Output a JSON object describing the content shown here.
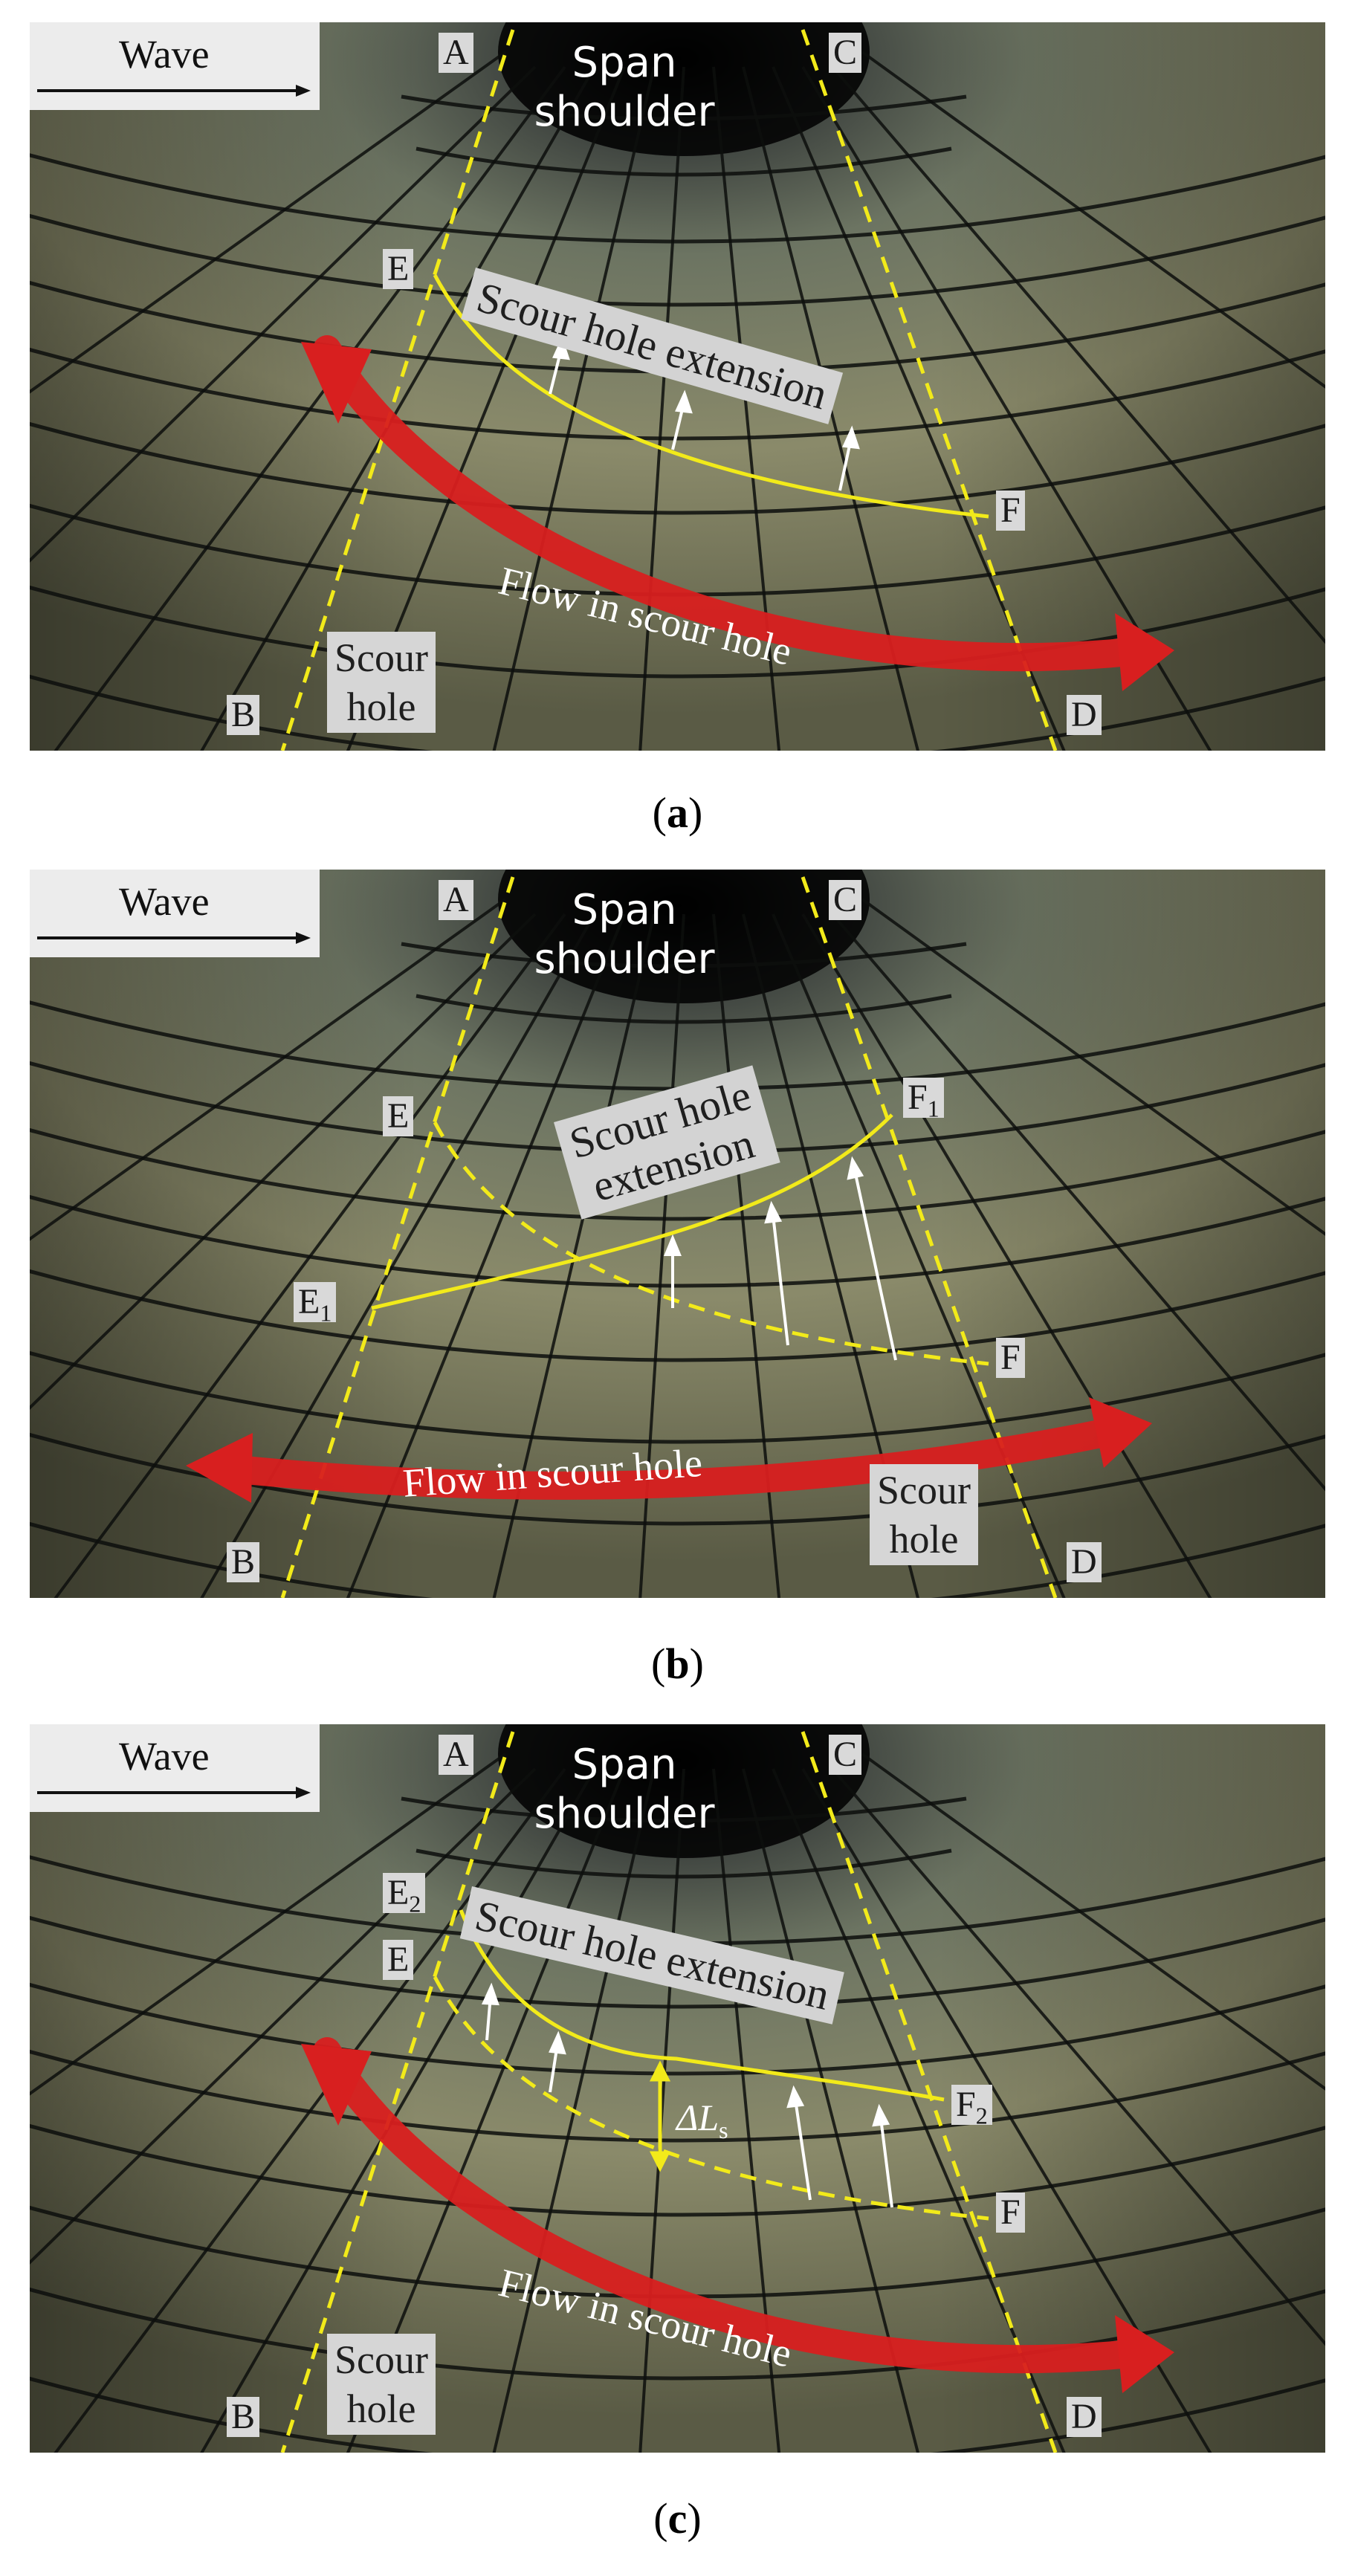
{
  "labels": {
    "wave": "Wave",
    "span_shoulder": "Span shoulder",
    "A": "A",
    "B": "B",
    "C": "C",
    "D": "D",
    "E": "E",
    "F": "F",
    "E1": "E",
    "E1_sub": "1",
    "F1": "F",
    "F1_sub": "1",
    "E2": "E",
    "E2_sub": "2",
    "F2": "F",
    "F2_sub": "2",
    "scour_hole_extension": "Scour hole extension",
    "scour_hole_ext_line1": "Scour hole",
    "scour_hole_ext_line2": "extension",
    "flow_in_scour_hole": "Flow in scour hole",
    "scour_hole_line1": "Scour",
    "scour_hole_line2": "hole",
    "delta_ls": "ΔL",
    "delta_ls_sub": "s"
  },
  "captions": {
    "a": "a",
    "b": "b",
    "c": "c"
  },
  "colors": {
    "yellow_line": "#f2ea1a",
    "red_arrow": "#d81f1f",
    "white_arrow": "#ffffff",
    "grid": "#0d0f0d"
  }
}
